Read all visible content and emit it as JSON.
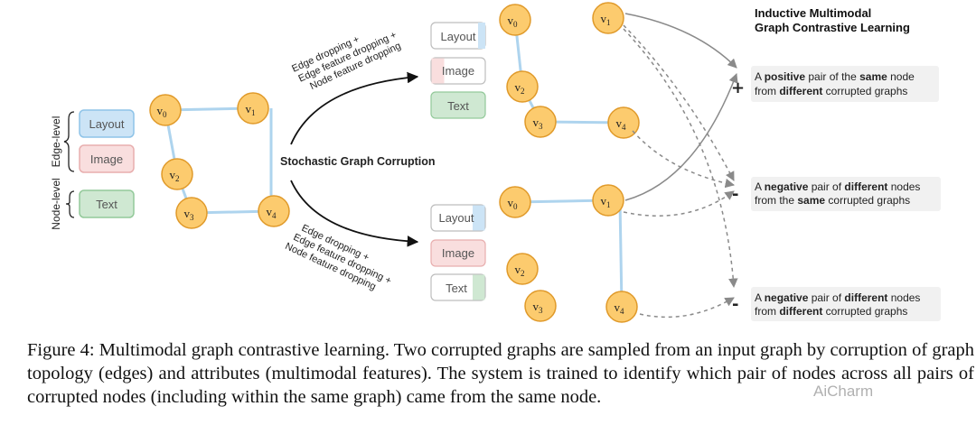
{
  "figure": {
    "title_line1": "Inductive Multimodal",
    "title_line2": "Graph Contrastive Learning",
    "input_graph": {
      "side_labels": {
        "edge_level": "Edge-level",
        "node_level": "Node-level"
      },
      "boxes": {
        "layout": "Layout",
        "image": "Image",
        "text": "Text"
      },
      "nodes": [
        {
          "main": "v",
          "sub": "0"
        },
        {
          "main": "v",
          "sub": "1"
        },
        {
          "main": "v",
          "sub": "2"
        },
        {
          "main": "v",
          "sub": "3"
        },
        {
          "main": "v",
          "sub": "4"
        }
      ]
    },
    "center_label": "Stochastic Graph Corruption",
    "corruption_lines": [
      "Edge dropping +",
      "Edge feature dropping +",
      "Node feature dropping"
    ],
    "pairs": [
      {
        "sign": "+",
        "line1_parts": [
          "A ",
          "positive",
          " pair of the ",
          "same",
          " node"
        ],
        "line2_parts": [
          "from ",
          "different",
          " corrupted graphs"
        ]
      },
      {
        "sign": "-",
        "line1_parts": [
          "A ",
          "negative",
          " pair of ",
          "different",
          " nodes"
        ],
        "line2_parts": [
          "from the ",
          "same",
          " corrupted graphs"
        ]
      },
      {
        "sign": "-",
        "line1_parts": [
          "A ",
          "negative",
          " pair of ",
          "different",
          " nodes"
        ],
        "line2_parts": [
          "from ",
          "different",
          " corrupted graphs"
        ]
      }
    ],
    "colors": {
      "node_fill": "#fccb6e",
      "node_stroke": "#e09a2a",
      "edge": "#aed4ee",
      "layout_fill": "#cce4f6",
      "layout_stroke": "#8ec3e8",
      "image_fill": "#f9dede",
      "image_stroke": "#e8aeae",
      "text_fill": "#cfe8d2",
      "text_stroke": "#93c99a",
      "pair_bg": "#f1f1f1"
    }
  },
  "caption": "Figure 4: Multimodal graph contrastive learning. Two corrupted graphs are sampled from an input graph by corruption of graph topology (edges) and attributes (multimodal features). The system is trained to identify which pair of nodes across all pairs of corrupted nodes (including within the same graph) came from the same node.",
  "watermark": "AiCharm"
}
